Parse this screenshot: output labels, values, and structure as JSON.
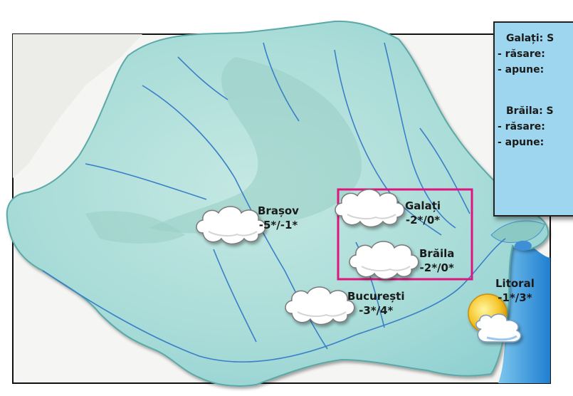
{
  "colors": {
    "land": "#a9dcd8",
    "sea": "#2b8fd8",
    "highlight_box": "#e0147f",
    "info_box": "#9fd6ef",
    "river": "#3a7fc8"
  },
  "info_box": {
    "galati_heading": "Galați: S",
    "galati_sunrise": "- răsare:",
    "galati_sunset": "- apune:",
    "braila_heading": "Brăila: S",
    "braila_sunrise": "- răsare:",
    "braila_sunset": "- apune:"
  },
  "cities": [
    {
      "name": "Brașov",
      "temp": "-5*/-1*",
      "icon": "cloud-icon"
    },
    {
      "name": "Galați",
      "temp": "-2*/0*",
      "icon": "cloud-icon"
    },
    {
      "name": "Brăila",
      "temp": "-2*/0*",
      "icon": "cloud-icon"
    },
    {
      "name": "București",
      "temp": "-3*/4*",
      "icon": "cloud-icon"
    },
    {
      "name": "Litoral",
      "temp": "-1*/3*",
      "icon": "sun-behind-cloud-icon"
    }
  ]
}
